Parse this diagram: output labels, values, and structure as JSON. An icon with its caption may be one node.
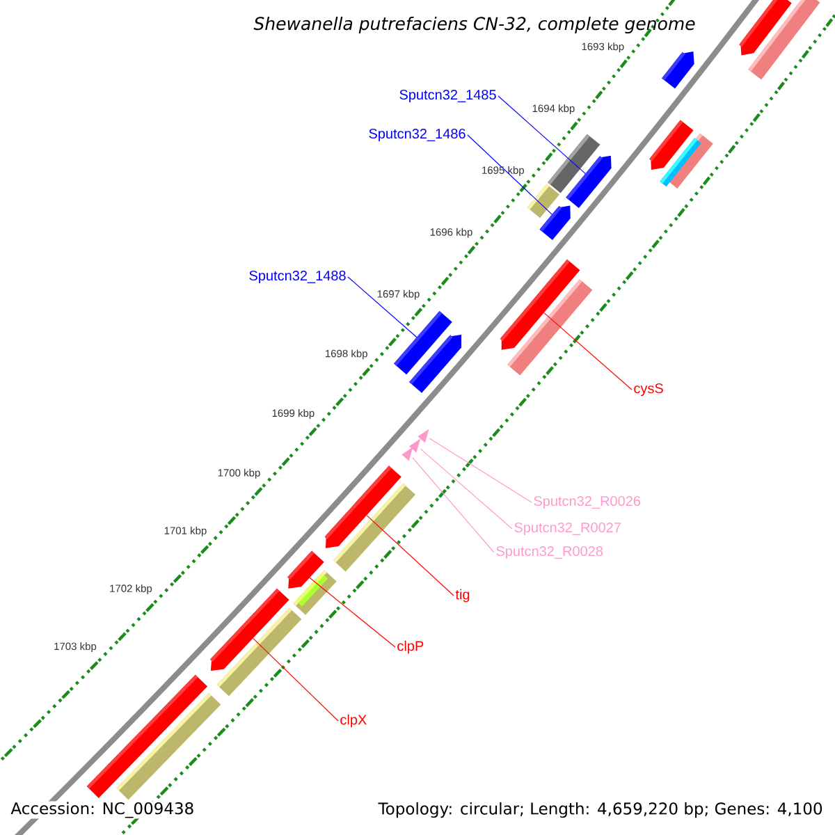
{
  "diagram": {
    "title": "Shewanella putrefaciens CN-32, complete genome",
    "nodes": [
      {
        "text": [
          "Sputcn32_1485"
        ]
      },
      {
        "text": [
          "Sputcn32_1486"
        ]
      },
      {
        "text": [
          "Sputcn32_1488"
        ]
      },
      {
        "text": [
          "cysS"
        ]
      },
      {
        "text": [
          "Sputcn32_R0026"
        ]
      },
      {
        "text": [
          "Sputcn32_R0027"
        ]
      },
      {
        "text": [
          "Sputcn32_R0028"
        ]
      },
      {
        "text": [
          "tig"
        ]
      },
      {
        "text": [
          "clpP"
        ]
      },
      {
        "text": [
          "clpX"
        ]
      },
      {
        "text": [],
        "shape": "arrow"
      },
      {
        "text": [],
        "shape": "arrow"
      },
      {
        "text": [],
        "shape": "bar"
      },
      {
        "text": [],
        "shape": "arrow"
      },
      {
        "text": [],
        "shape": "triangle"
      },
      {
        "text": [],
        "shape": "triangle"
      },
      {
        "text": [],
        "shape": "triangle"
      },
      {
        "text": [],
        "shape": "arrow"
      },
      {
        "text": [],
        "shape": "arrow"
      },
      {
        "text": [],
        "shape": "arrow"
      },
      {
        "text": [],
        "shape": "arrow"
      },
      {
        "text": [],
        "shape": "bar"
      },
      {
        "text": [],
        "shape": "arrow"
      },
      {
        "text": [],
        "shape": "arrow"
      },
      {
        "text": [],
        "shape": "bar"
      },
      {
        "text": [],
        "shape": "bar"
      },
      {
        "text": [],
        "shape": "bar"
      },
      {
        "text": [],
        "shape": "bar"
      },
      {
        "text": [],
        "shape": "bar"
      },
      {
        "text": [],
        "shape": "arrow"
      },
      {
        "text": [],
        "shape": "bar"
      },
      {
        "text": [],
        "shape": "bar"
      },
      {
        "text": [],
        "shape": "bar",
        "in": 31
      },
      {
        "text": [],
        "shape": "bar"
      },
      {
        "text": [],
        "shape": "bar"
      },
      {
        "text": [],
        "shape": "bar"
      }
    ],
    "edges": [
      {
        "from": 0,
        "to": 10,
        "arrow": "none",
        "color": "#0000ff"
      },
      {
        "from": 1,
        "to": 11,
        "arrow": "none",
        "color": "#0000ff"
      },
      {
        "from": 2,
        "to": 12,
        "arrow": "none",
        "color": "#0000ff"
      },
      {
        "from": 3,
        "to": 13,
        "arrow": "none"
      },
      {
        "from": 4,
        "to": 14,
        "arrow": "none",
        "color": "#ff99cc"
      },
      {
        "from": 5,
        "to": 15,
        "arrow": "none",
        "color": "#ff99cc"
      },
      {
        "from": 6,
        "to": 16,
        "arrow": "none",
        "color": "#ff99cc"
      },
      {
        "from": 7,
        "to": 17,
        "arrow": "none"
      },
      {
        "from": 8,
        "to": 18,
        "arrow": "none"
      },
      {
        "from": 9,
        "to": 19,
        "arrow": "none"
      }
    ],
    "labels": [
      "1693 kbp",
      "1694 kbp",
      "1695 kbp",
      "1696 kbp",
      "1697 kbp",
      "1698 kbp",
      "1699 kbp",
      "1700 kbp",
      "1701 kbp",
      "1702 kbp",
      "1703 kbp",
      "Accession: NC_009438",
      "Topology: circular; Length: 4,659,220 bp; Genes: 4,100"
    ]
  }
}
